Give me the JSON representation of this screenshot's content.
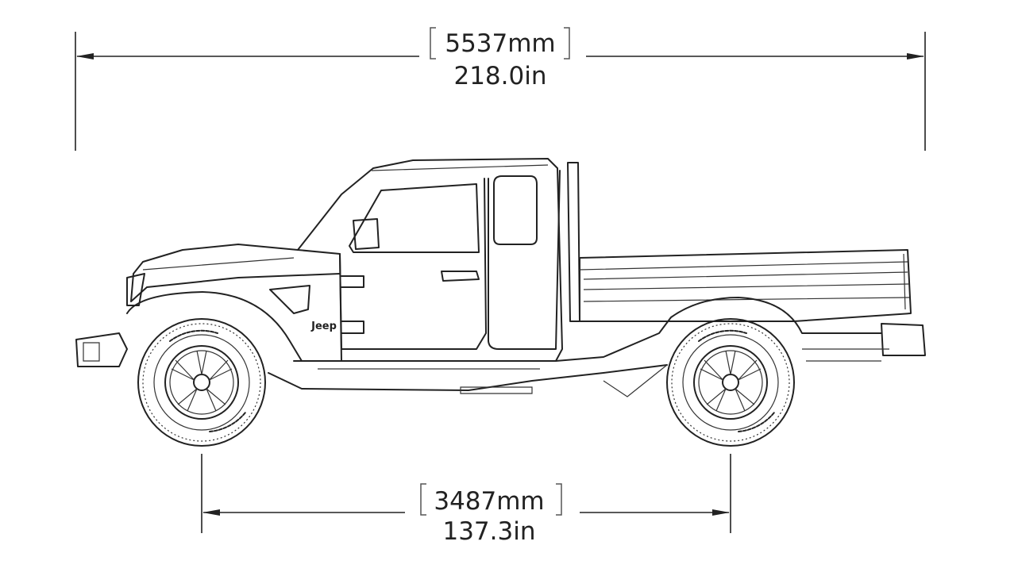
{
  "overall_length": {
    "mm": "5537mm",
    "in": "218.0in"
  },
  "wheelbase": {
    "mm": "3487mm",
    "in": "137.3in"
  },
  "vehicle": {
    "badge": "Jeep"
  },
  "colors": {
    "line": "#222222",
    "background": "#ffffff"
  }
}
